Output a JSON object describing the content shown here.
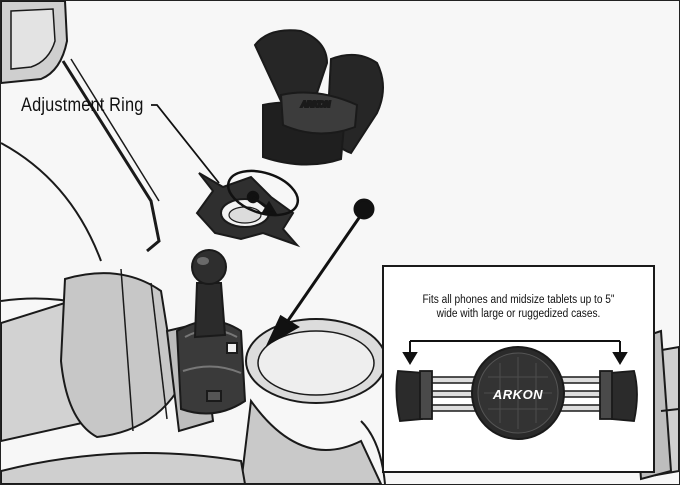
{
  "callout": {
    "adjustment_ring_label": "Adjustment Ring"
  },
  "inset": {
    "caption_line1": "Fits all phones and midsize tablets up to 5\"",
    "caption_line2": "wide with large or ruggedized cases.",
    "brand_label": "ARKON"
  },
  "colors": {
    "outline": "#1a1a1a",
    "bike_fill": "#d6d6d6",
    "rubber": "#2b2b2b",
    "background": "#f7f7f7"
  }
}
